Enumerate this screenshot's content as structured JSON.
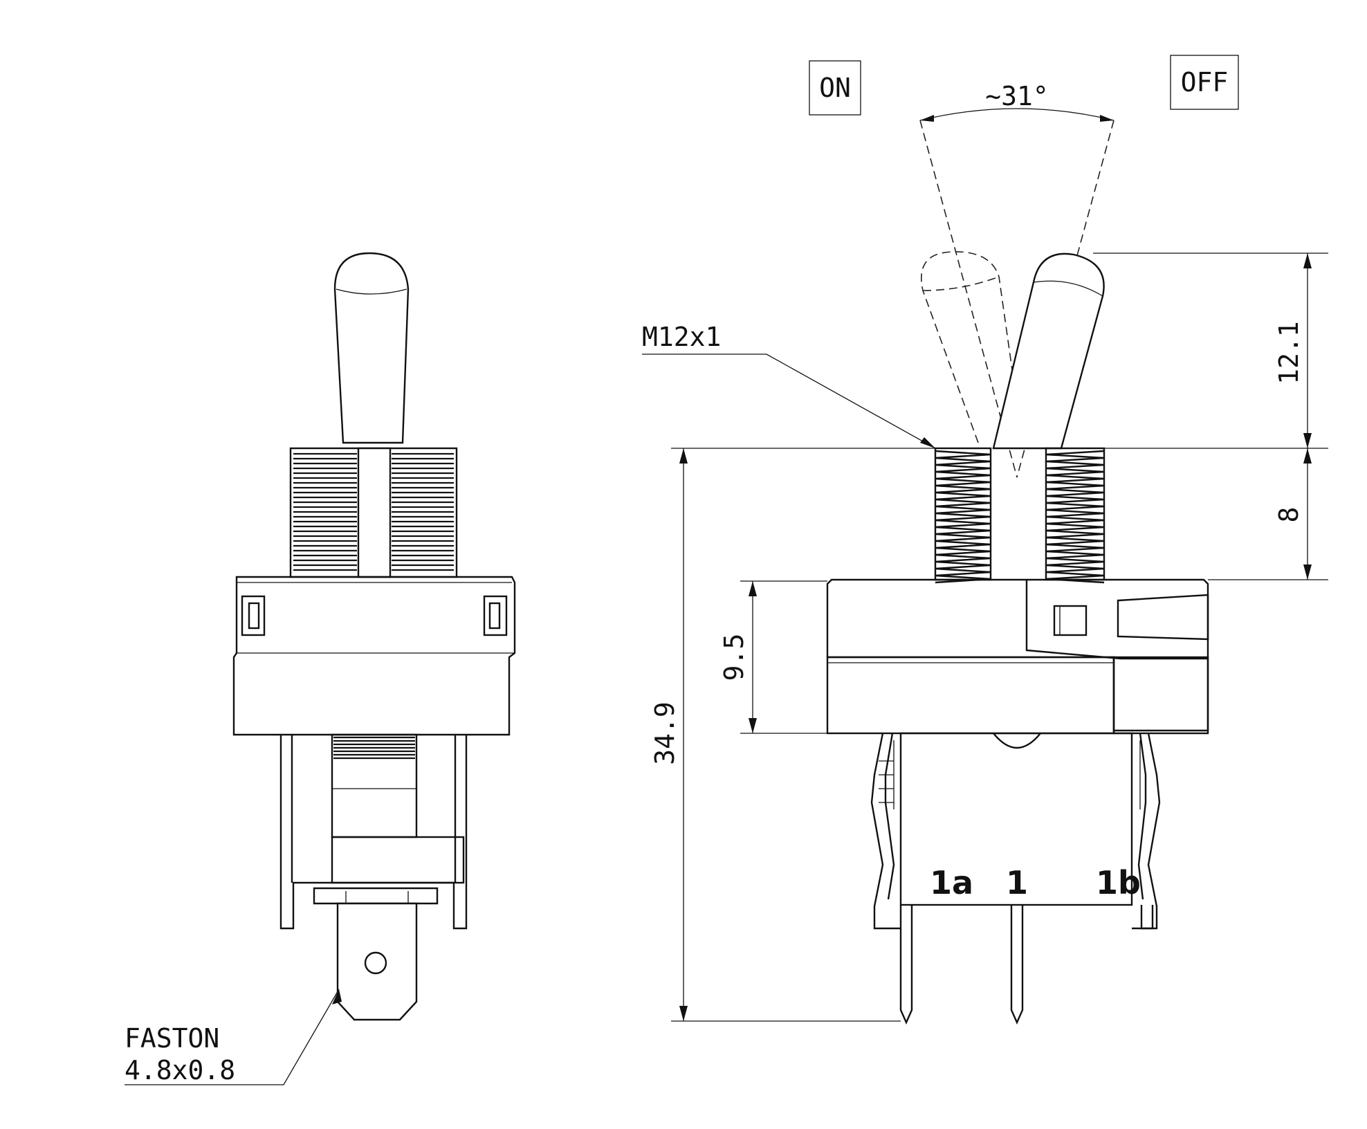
{
  "labels": {
    "on": "ON",
    "off": "OFF",
    "angle": "~31°",
    "thread": "M12x1",
    "faston_line1": "FASTON",
    "faston_line2": "4.8x0.8"
  },
  "dimensions": {
    "lever_height": "12.1",
    "bushing_height": "8",
    "housing_height": "9.5",
    "total_height": "34.9"
  },
  "terminals": {
    "left": "1a",
    "center": "1",
    "right": "1b"
  }
}
